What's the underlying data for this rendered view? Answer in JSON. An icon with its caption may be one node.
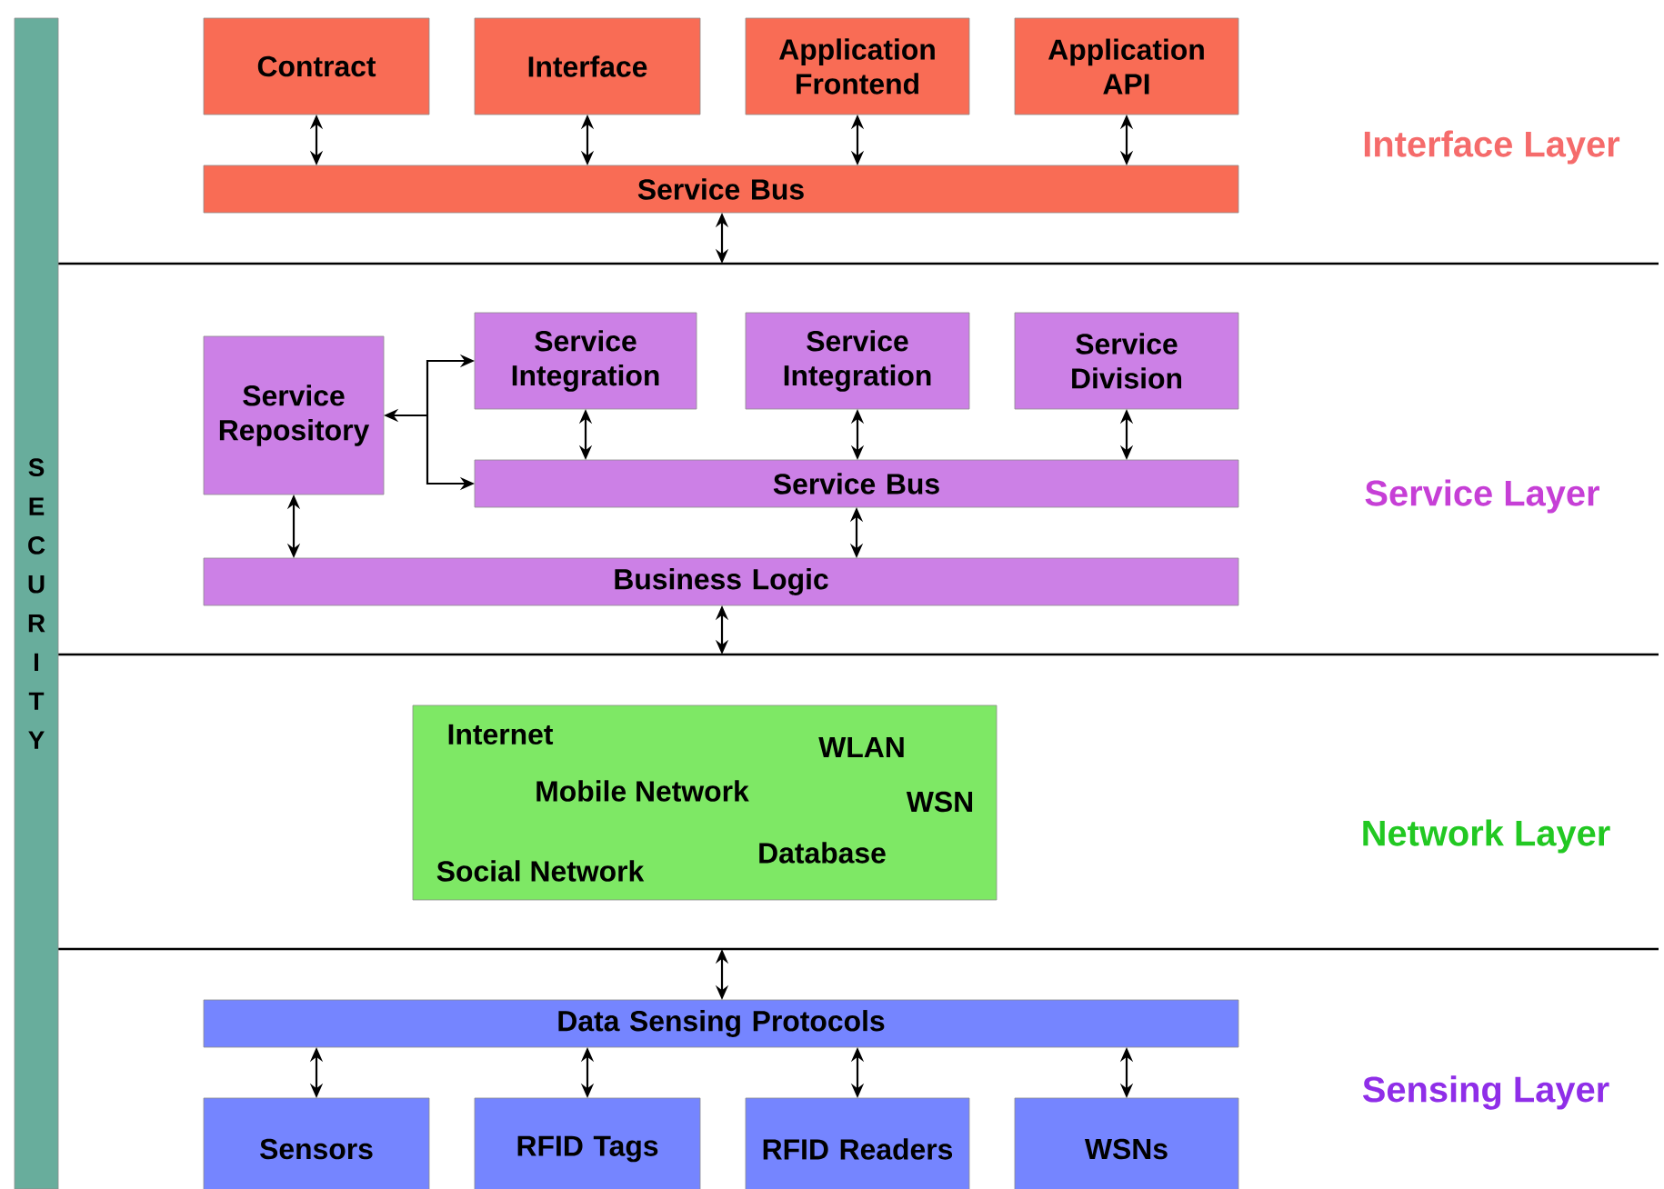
{
  "diagram": {
    "nodes": [
      {
        "text": [
          "SECURITY"
        ]
      },
      {
        "text": [
          "Contract"
        ]
      },
      {
        "text": [
          "Interface"
        ]
      },
      {
        "text": [
          "Application Frontend"
        ]
      },
      {
        "text": [
          "Application API"
        ]
      },
      {
        "text": [
          "Service Bus"
        ]
      },
      {
        "text": [
          "Service Repository"
        ]
      },
      {
        "text": [
          "Service Integration"
        ]
      },
      {
        "text": [
          "Service Integration"
        ]
      },
      {
        "text": [
          "Service Division"
        ]
      },
      {
        "text": [
          "Service Bus"
        ]
      },
      {
        "text": [
          "Business Logic"
        ]
      },
      {
        "text": [
          "Internet",
          "WLAN",
          "Mobile Network",
          "WSN",
          "Social Network",
          "Database"
        ]
      },
      {
        "text": [
          "Data Sensing Protocols"
        ]
      },
      {
        "text": [
          "Sensors"
        ]
      },
      {
        "text": [
          "RFID Tags"
        ]
      },
      {
        "text": [
          "RFID Readers"
        ]
      },
      {
        "text": [
          "WSNs"
        ]
      }
    ],
    "edges": [
      {
        "from": 1,
        "to": 5,
        "arrow": "both"
      },
      {
        "from": 2,
        "to": 5,
        "arrow": "both"
      },
      {
        "from": 3,
        "to": 5,
        "arrow": "both"
      },
      {
        "from": 4,
        "to": 5,
        "arrow": "both"
      },
      {
        "from": 5,
        "to": null,
        "arrow": "both"
      },
      {
        "from": 6,
        "to": 7,
        "arrow": "both"
      },
      {
        "from": 6,
        "to": 10,
        "arrow": "both"
      },
      {
        "from": 7,
        "to": 10,
        "arrow": "both"
      },
      {
        "from": 8,
        "to": 10,
        "arrow": "both"
      },
      {
        "from": 9,
        "to": 10,
        "arrow": "both"
      },
      {
        "from": 6,
        "to": 11,
        "arrow": "both"
      },
      {
        "from": 10,
        "to": 11,
        "arrow": "both"
      },
      {
        "from": 11,
        "to": null,
        "arrow": "both"
      },
      {
        "from": null,
        "to": 13,
        "arrow": "both"
      },
      {
        "from": 13,
        "to": 14,
        "arrow": "both"
      },
      {
        "from": 13,
        "to": 15,
        "arrow": "both"
      },
      {
        "from": 13,
        "to": 16,
        "arrow": "both"
      },
      {
        "from": 13,
        "to": 17,
        "arrow": "both"
      }
    ],
    "labels": [
      "Interface Layer",
      "Service Layer",
      "Network Layer",
      "Sensing Layer"
    ]
  }
}
